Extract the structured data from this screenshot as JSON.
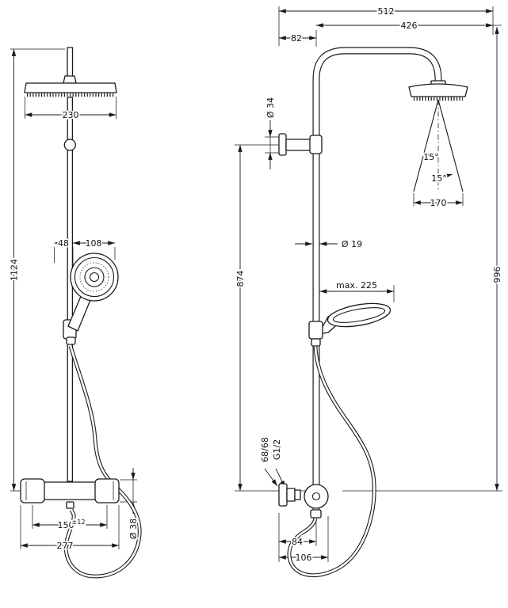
{
  "drawing": {
    "front": {
      "head_width": "230",
      "total_height": "1124",
      "handshower_offset": "48",
      "handshower_width": "108",
      "connection_spacing": "150",
      "connection_tolerance": "±12",
      "valve_width": "277",
      "valve_diameter": "Ø 38"
    },
    "side": {
      "overall_projection": "512",
      "arm_projection": "426",
      "wall_to_pipe": "82",
      "escutcheon_diameter": "Ø 34",
      "bracket_to_valve": "874",
      "pipe_diameter": "Ø 19",
      "max_reach": "max. 225",
      "spray_angle_left": "15°",
      "spray_angle_right": "15°",
      "spray_width": "170",
      "overall_height": "996",
      "connection_label": "68/68",
      "thread_label": "G1/2",
      "wall_to_pipe_bottom": "84",
      "wall_to_front": "106"
    }
  }
}
